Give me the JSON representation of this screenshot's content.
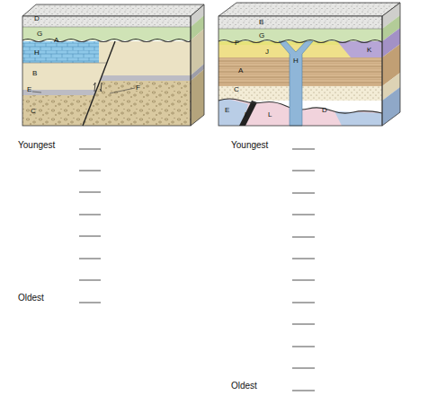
{
  "diagram": {
    "labels": [
      "D",
      "G",
      "A",
      "H",
      "B",
      "E",
      "C",
      "F",
      "Youngest",
      "Oldest",
      "B",
      "G",
      "F",
      "J",
      "K",
      "H",
      "A",
      "C",
      "E",
      "I",
      "L",
      "D",
      "Youngest",
      "Oldest"
    ]
  }
}
